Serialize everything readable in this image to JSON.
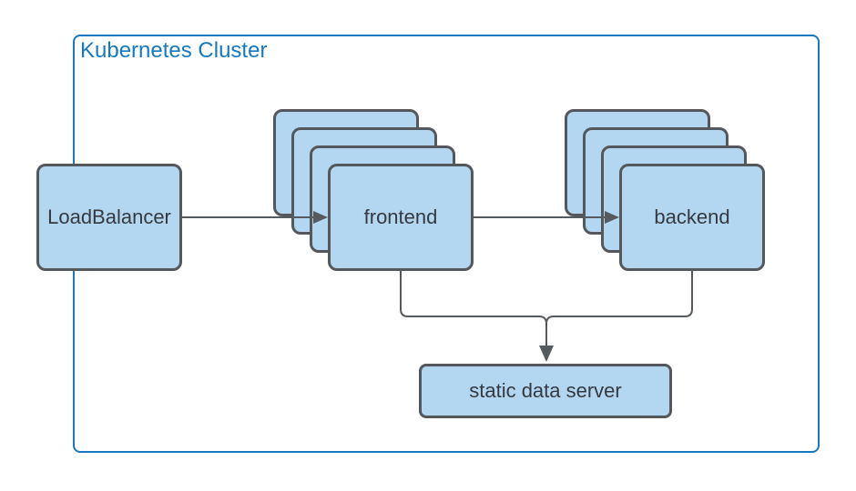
{
  "diagram": {
    "cluster": {
      "label": "Kubernetes Cluster"
    },
    "nodes": {
      "loadbalancer": {
        "label": "LoadBalancer"
      },
      "frontend": {
        "label": "frontend",
        "replica_count": 4
      },
      "backend": {
        "label": "backend",
        "replica_count": 4
      },
      "static_data_server": {
        "label": "static data server"
      }
    },
    "edges": [
      {
        "from": "LoadBalancer",
        "to": "frontend",
        "arrow": true
      },
      {
        "from": "frontend",
        "to": "backend",
        "arrow": true
      },
      {
        "from": "frontend",
        "to": "static data server",
        "arrow": true
      },
      {
        "from": "backend",
        "to": "static data server",
        "arrow": true
      }
    ],
    "colors": {
      "node_fill": "#b3d6f1",
      "node_border": "#54585c",
      "connector": "#555a5e",
      "cluster_border": "#1779bf",
      "cluster_label": "#1779bf",
      "node_text": "#343a40",
      "background": "#ffffff"
    }
  }
}
